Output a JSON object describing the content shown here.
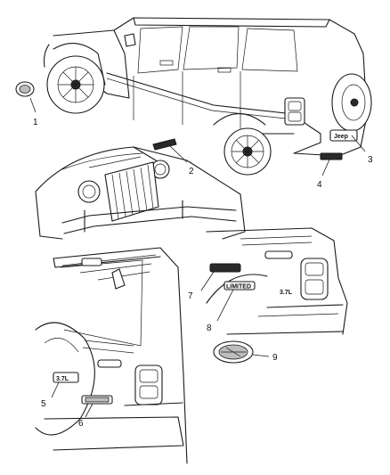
{
  "callouts": [
    {
      "id": "1",
      "label": "1"
    },
    {
      "id": "2",
      "label": "2"
    },
    {
      "id": "3",
      "label": "3"
    },
    {
      "id": "4",
      "label": "4"
    },
    {
      "id": "5",
      "label": "5"
    },
    {
      "id": "6",
      "label": "6"
    },
    {
      "id": "7",
      "label": "7"
    },
    {
      "id": "8",
      "label": "8"
    },
    {
      "id": "9",
      "label": "9"
    }
  ],
  "badges": {
    "jeep": "Jeep",
    "limited": "LIMITED",
    "displacement": "3.7L"
  },
  "colors": {
    "line": "#1a1a1a",
    "background": "#ffffff"
  }
}
